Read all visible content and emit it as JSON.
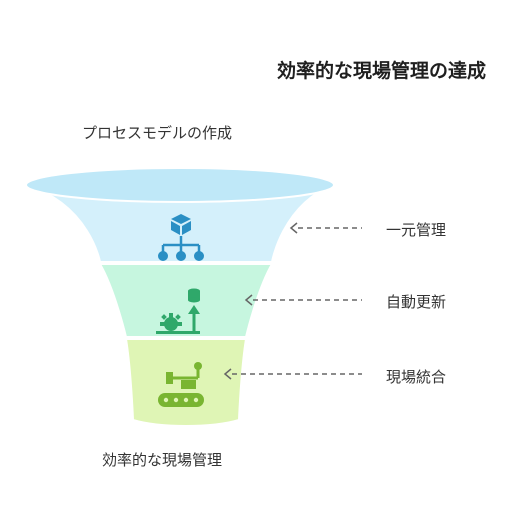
{
  "title": "効率的な現場管理の達成",
  "top_label": "プロセスモデルの作成",
  "bottom_label": "効率的な現場管理",
  "stages": [
    {
      "label": "一元管理",
      "icon": "hierarchy-cube-icon",
      "color": "#d4f0fb",
      "icon_color": "#2a8fc4"
    },
    {
      "label": "自動更新",
      "icon": "gear-growth-database-icon",
      "color": "#c6f6df",
      "icon_color": "#2fa86a"
    },
    {
      "label": "現場統合",
      "icon": "robot-arm-conveyor-icon",
      "color": "#dff5b5",
      "icon_color": "#79b531"
    }
  ],
  "arrow_color": "#666666"
}
